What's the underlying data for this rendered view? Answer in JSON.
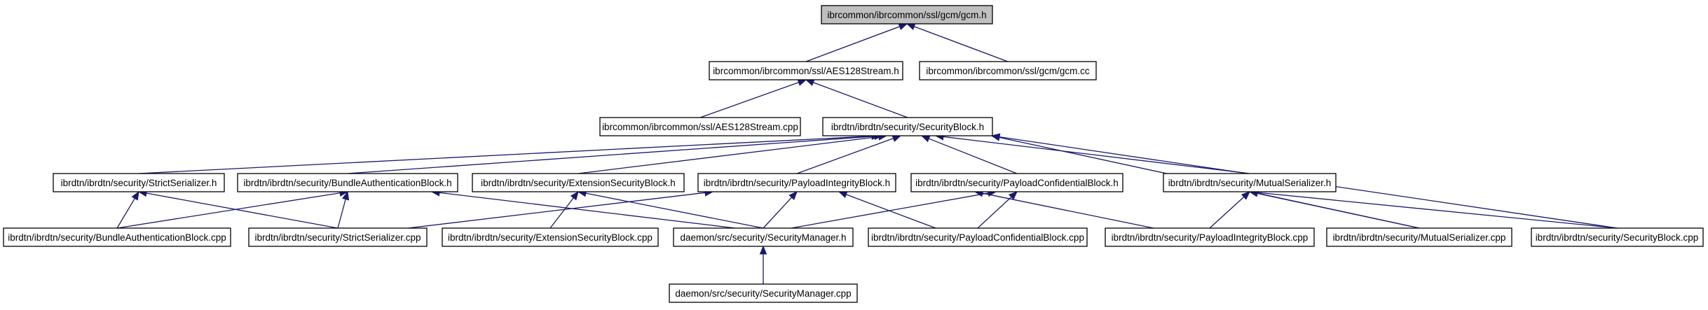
{
  "colors": {
    "edge": "#191970",
    "node_border": "#000000",
    "root_fill": "#bfbfbf",
    "node_fill": "#ffffff"
  },
  "nodes": {
    "gcm_h": "ibrcommon/ibrcommon/ssl/gcm/gcm.h",
    "aes_h": "ibrcommon/ibrcommon/ssl/AES128Stream.h",
    "gcm_cc": "ibrcommon/ibrcommon/ssl/gcm/gcm.cc",
    "aes_cpp": "ibrcommon/ibrcommon/ssl/AES128Stream.cpp",
    "sb_h": "ibrdtn/ibrdtn/security/SecurityBlock.h",
    "ss_h": "ibrdtn/ibrdtn/security/StrictSerializer.h",
    "bab_h": "ibrdtn/ibrdtn/security/BundleAuthenticationBlock.h",
    "esb_h": "ibrdtn/ibrdtn/security/ExtensionSecurityBlock.h",
    "pib_h": "ibrdtn/ibrdtn/security/PayloadIntegrityBlock.h",
    "pcb_h": "ibrdtn/ibrdtn/security/PayloadConfidentialBlock.h",
    "ms_h": "ibrdtn/ibrdtn/security/MutualSerializer.h",
    "bab_cpp": "ibrdtn/ibrdtn/security/BundleAuthenticationBlock.cpp",
    "ss_cpp": "ibrdtn/ibrdtn/security/StrictSerializer.cpp",
    "esb_cpp": "ibrdtn/ibrdtn/security/ExtensionSecurityBlock.cpp",
    "sm_h": "daemon/src/security/SecurityManager.h",
    "pcb_cpp": "ibrdtn/ibrdtn/security/PayloadConfidentialBlock.cpp",
    "pib_cpp": "ibrdtn/ibrdtn/security/PayloadIntegrityBlock.cpp",
    "ms_cpp": "ibrdtn/ibrdtn/security/MutualSerializer.cpp",
    "sb_cpp": "ibrdtn/ibrdtn/security/SecurityBlock.cpp",
    "sm_cpp": "daemon/src/security/SecurityManager.cpp"
  },
  "edges": [
    [
      "gcm_h",
      "aes_h"
    ],
    [
      "gcm_h",
      "gcm_cc"
    ],
    [
      "aes_h",
      "aes_cpp"
    ],
    [
      "aes_h",
      "sb_h"
    ],
    [
      "sb_h",
      "ss_h"
    ],
    [
      "sb_h",
      "bab_h"
    ],
    [
      "sb_h",
      "esb_h"
    ],
    [
      "sb_h",
      "pib_h"
    ],
    [
      "sb_h",
      "pcb_h"
    ],
    [
      "sb_h",
      "ms_h"
    ],
    [
      "sb_h",
      "ms_cpp"
    ],
    [
      "sb_h",
      "sb_cpp"
    ],
    [
      "ss_h",
      "bab_cpp"
    ],
    [
      "ss_h",
      "ss_cpp"
    ],
    [
      "bab_h",
      "bab_cpp"
    ],
    [
      "bab_h",
      "ss_cpp"
    ],
    [
      "bab_h",
      "sm_h"
    ],
    [
      "esb_h",
      "esb_cpp"
    ],
    [
      "esb_h",
      "sm_h"
    ],
    [
      "pib_h",
      "ss_cpp"
    ],
    [
      "pib_h",
      "sm_h"
    ],
    [
      "pib_h",
      "pcb_cpp"
    ],
    [
      "pcb_h",
      "sm_h"
    ],
    [
      "pcb_h",
      "pcb_cpp"
    ],
    [
      "pcb_h",
      "pib_cpp"
    ],
    [
      "ms_h",
      "pib_cpp"
    ],
    [
      "ms_h",
      "ms_cpp"
    ],
    [
      "ms_h",
      "sb_cpp"
    ],
    [
      "sm_h",
      "sm_cpp"
    ]
  ]
}
